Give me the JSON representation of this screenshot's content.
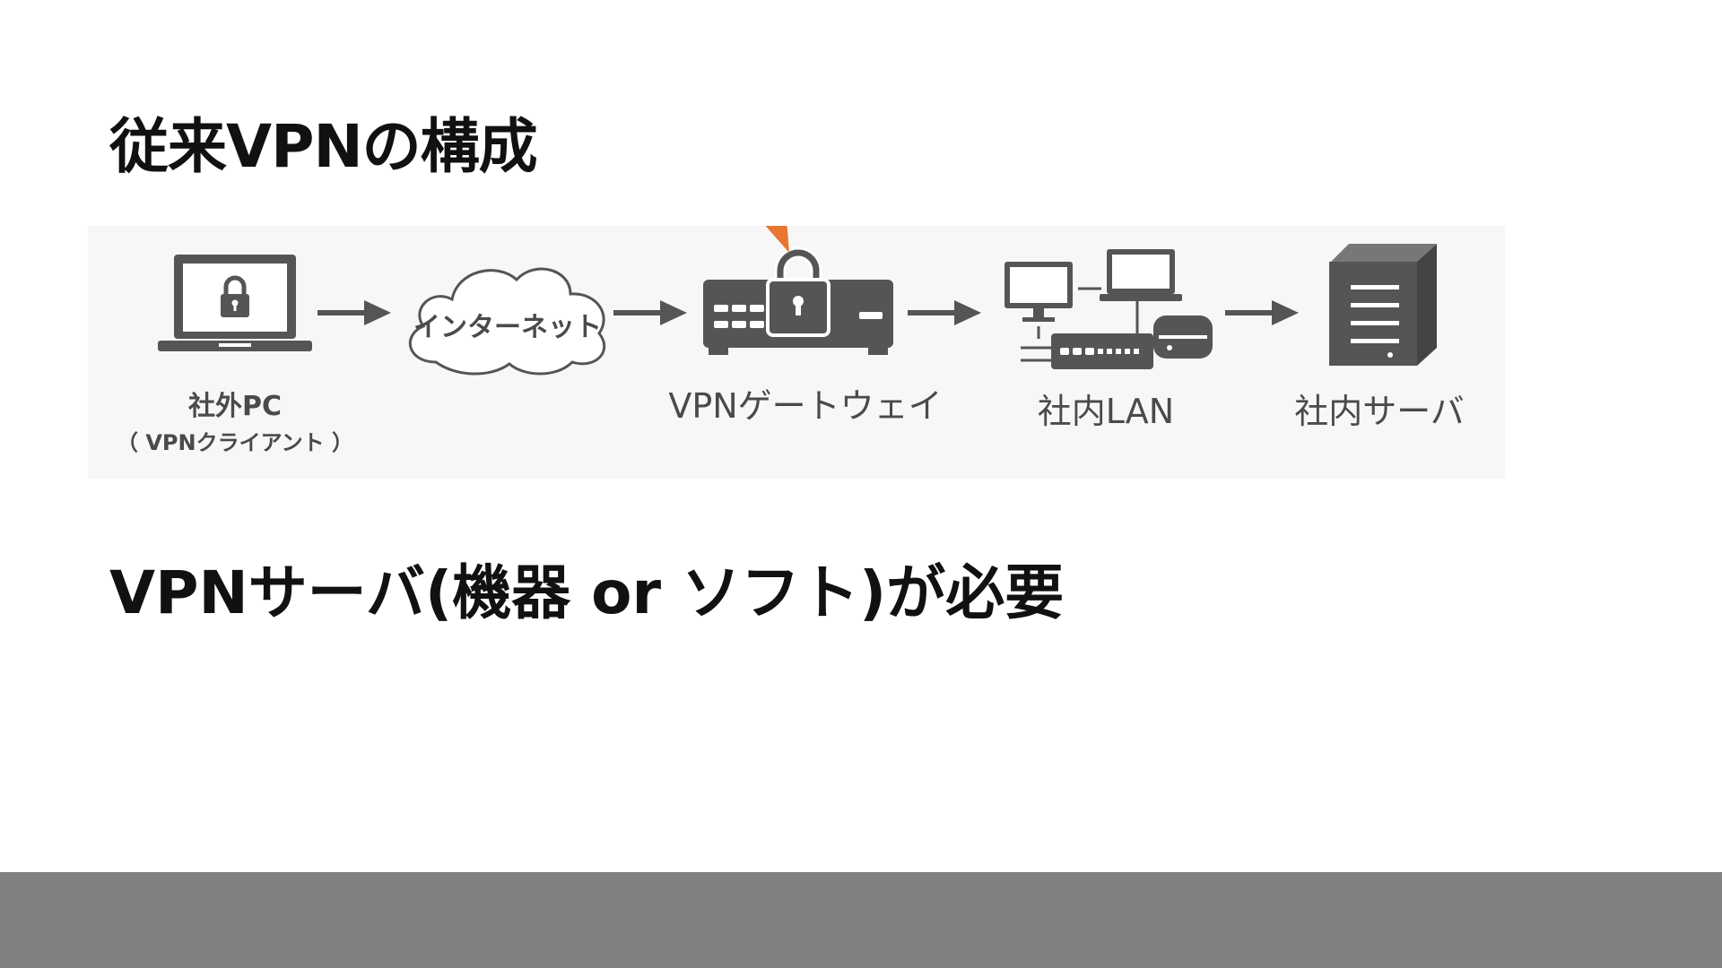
{
  "slide": {
    "title": "従来VPNの構成",
    "subtitle": "VPNサーバ(機器 or ソフト)が必要"
  },
  "diagram": {
    "nodes": {
      "client": {
        "label": "社外PC",
        "sublabel": "（ VPNクライアント ）"
      },
      "internet": {
        "label": "インターネット"
      },
      "gateway": {
        "label": "VPNゲートウェイ"
      },
      "lan": {
        "label": "社内LAN"
      },
      "server": {
        "label": "社内サーバ"
      }
    }
  },
  "colors": {
    "icon": "#555555",
    "highlight_arrow": "#e87530",
    "footer": "#808080"
  }
}
